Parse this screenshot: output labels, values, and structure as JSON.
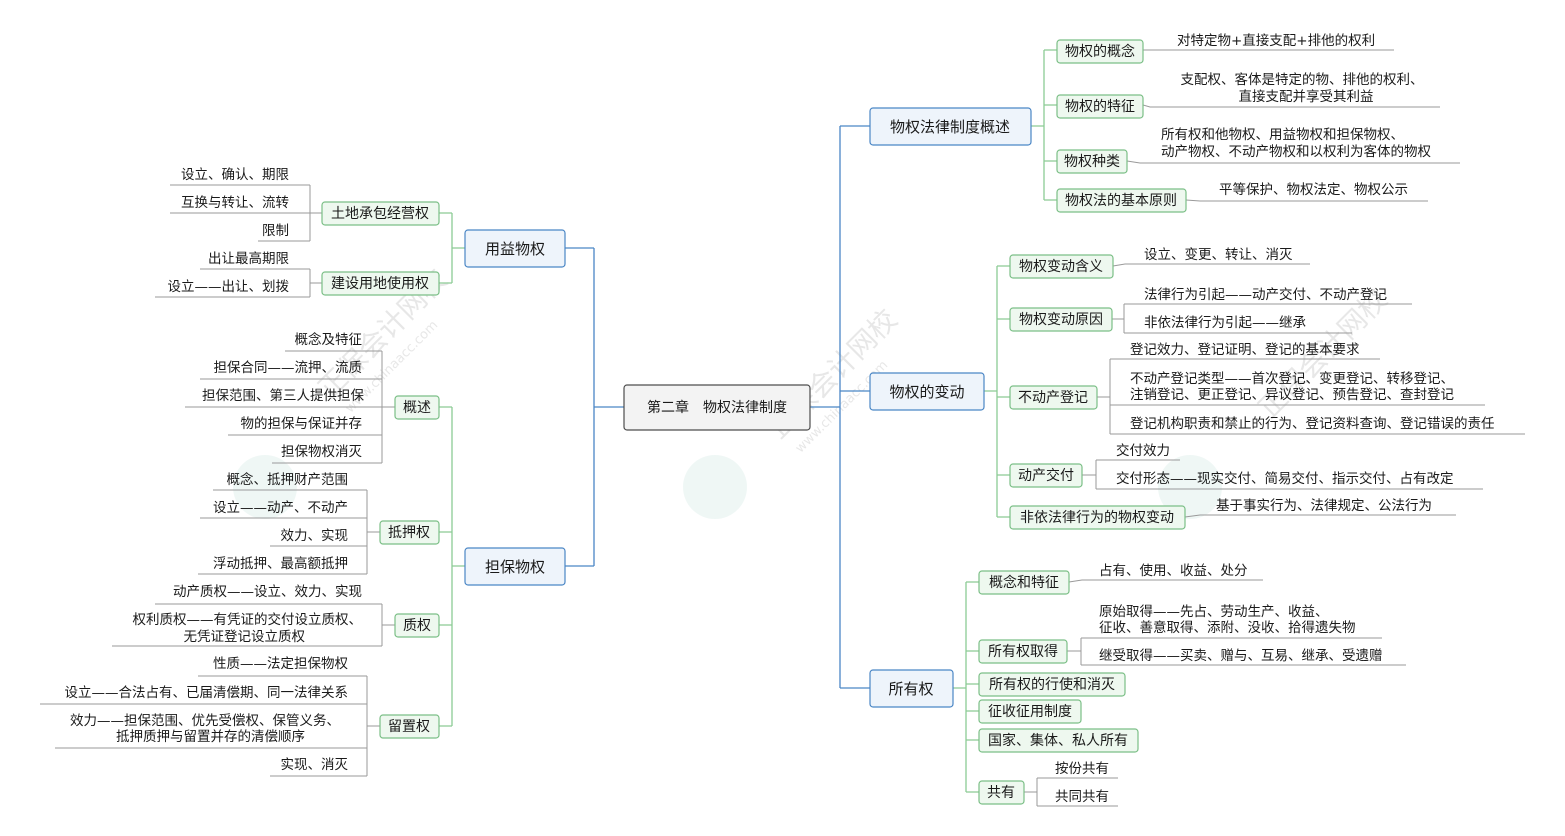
{
  "center": "第二章　物权法律制度",
  "watermark": {
    "name": "正保会计网校",
    "url": "www.chinaacc.com"
  },
  "left": {
    "yongyi": {
      "label": "用益物权",
      "tudi": {
        "label": "土地承包经营权",
        "leaves": [
          "设立、确认、期限",
          "互换与转让、流转",
          "限制"
        ]
      },
      "jianshe": {
        "label": "建设用地使用权",
        "leaves": [
          "出让最高期限",
          "设立——出让、划拨"
        ]
      }
    },
    "danbao": {
      "label": "担保物权",
      "gaishu": {
        "label": "概述",
        "leaves": [
          "概念及特征",
          "担保合同——流押、流质",
          "担保范围、第三人提供担保",
          "物的担保与保证并存",
          "担保物权消灭"
        ]
      },
      "diya": {
        "label": "抵押权",
        "leaves": [
          "概念、抵押财产范围",
          "设立——动产、不动产",
          "效力、实现",
          "浮动抵押、最高额抵押"
        ]
      },
      "zhi": {
        "label": "质权",
        "leaves": [
          "动产质权——设立、效力、实现",
          "权利质权——有凭证的交付设立质权、",
          "无凭证登记设立质权"
        ]
      },
      "liuzhi": {
        "label": "留置权",
        "leaves": [
          "性质——法定担保物权",
          "设立——合法占有、已届清偿期、同一法律关系",
          "效力——担保范围、优先受偿权、保管义务、",
          "抵押质押与留置并存的清偿顺序",
          "实现、消灭"
        ]
      }
    }
  },
  "right": {
    "gaishu": {
      "label": "物权法律制度概述",
      "concept": {
        "label": "物权的概念",
        "text": "对特定物+直接支配+排他的权利"
      },
      "feature": {
        "label": "物权的特征",
        "lines": [
          "支配权、客体是特定的物、排他的权利、",
          "直接支配并享受其利益"
        ]
      },
      "kinds": {
        "label": "物权种类",
        "lines": [
          "所有权和他物权、用益物权和担保物权、",
          "动产物权、不动产物权和以权利为客体的物权"
        ]
      },
      "principle": {
        "label": "物权法的基本原则",
        "text": "平等保护、物权法定、物权公示"
      }
    },
    "biandong": {
      "label": "物权的变动",
      "hanyi": {
        "label": "物权变动含义",
        "text": "设立、变更、转让、消灭"
      },
      "yuanyin": {
        "label": "物权变动原因",
        "leaves": [
          "法律行为引起——动产交付、不动产登记",
          "非依法律行为引起——继承"
        ]
      },
      "dengji": {
        "label": "不动产登记",
        "leaf1": "登记效力、登记证明、登记的基本要求",
        "leaf2": [
          "不动产登记类型——首次登记、变更登记、转移登记、",
          "注销登记、更正登记、异议登记、预告登记、查封登记"
        ],
        "leaf3": "登记机构职责和禁止的行为、登记资料查询、登记错误的责任"
      },
      "jiaofu": {
        "label": "动产交付",
        "leaves": [
          "交付效力",
          "交付形态——现实交付、简易交付、指示交付、占有改定"
        ]
      },
      "feiyi": {
        "label": "非依法律行为的物权变动",
        "text": "基于事实行为、法律规定、公法行为"
      }
    },
    "suoyou": {
      "label": "所有权",
      "gainian": {
        "label": "概念和特征",
        "text": "占有、使用、收益、处分"
      },
      "qude": {
        "label": "所有权取得",
        "yuanshi": [
          "原始取得——先占、劳动生产、收益、",
          "征收、善意取得、添附、没收、拾得遗失物"
        ],
        "jishou": "继受取得——买卖、赠与、互易、继承、受遗赠"
      },
      "xingshi": "所有权的行使和消灭",
      "zhengshou": "征收征用制度",
      "guojia": "国家、集体、私人所有",
      "gongyou": {
        "label": "共有",
        "leaves": [
          "按份共有",
          "共同共有"
        ]
      }
    }
  }
}
